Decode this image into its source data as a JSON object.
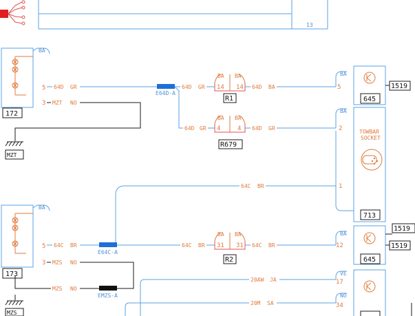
{
  "page_number": "13",
  "components": {
    "c172": {
      "id": "172",
      "pin_5": "5",
      "pin_3": "3",
      "ba": "BA"
    },
    "c173": {
      "id": "173",
      "pin_5": "5",
      "pin_3": "3",
      "ba": "BA"
    },
    "c645a": {
      "id": "645",
      "pin": "5",
      "ba": "BA",
      "ref": "1519"
    },
    "c645b": {
      "id": "645",
      "pin": "12",
      "ba": "BA",
      "ref_1": "1519",
      "ref_2": "1519"
    },
    "c713": {
      "id": "713",
      "label_1": "TOWBAR",
      "label_2": "SOCKET",
      "pin_2": "2",
      "pin_1": "1",
      "ba": "BA"
    },
    "c_bottom": {
      "pin_17": "17",
      "pin_34": "34",
      "ve": "VE",
      "no": "NO"
    }
  },
  "relays": {
    "r1": {
      "id": "R1",
      "pin_in": "14",
      "pin_out": "14",
      "ba_left": "BA",
      "ba_right": "BA"
    },
    "r679": {
      "id": "R679",
      "pin_in": "4",
      "pin_out": "4",
      "ba_left": "BA",
      "ba_right": "BA"
    },
    "r2": {
      "id": "R2",
      "pin_in": "31",
      "pin_out": "31",
      "ba_left": "BA",
      "ba_right": "BA"
    }
  },
  "grounds": {
    "mzt": "MZT",
    "mzs": "MZS"
  },
  "connectors": {
    "e64d": "E64D-A",
    "e64c": "E64C-A",
    "emzs": "EMZS-A"
  },
  "wires": {
    "w64d_gr": "64D",
    "w64d_gr_color": "GR",
    "mzt_no": "MZT",
    "mzt_no_color": "NO",
    "w64d_r1_in": "64D",
    "w64d_r1_in_color": "GR",
    "w64d_r1_out": "64D",
    "w64d_r1_out_color": "BA",
    "w64d_r679_in": "64D",
    "w64d_r679_in_color": "GR",
    "w64d_r679_out": "64D",
    "w64d_r679_out_color": "GR",
    "w64c_br_top": "64C",
    "w64c_br_top_color": "BR",
    "w64c_br": "64C",
    "w64c_br_color": "BR",
    "mzs_no": "MZS",
    "mzs_no_color": "NO",
    "w64c_r2_in": "64C",
    "w64c_r2_in_color": "BR",
    "w64c_r2_out": "64C",
    "w64c_r2_out_color": "BR",
    "mzs_no_2": "MZS",
    "mzs_no_2_color": "NO",
    "w20aw": "20AW",
    "w20aw_color": "JA",
    "w20m": "20M",
    "w20m_color": "SA"
  },
  "colors": {
    "wire_blue": "#5aa0e6",
    "label_orange": "#e07a3c",
    "connector_blue": "#1e6fd9",
    "frame_red": "#e02020"
  }
}
